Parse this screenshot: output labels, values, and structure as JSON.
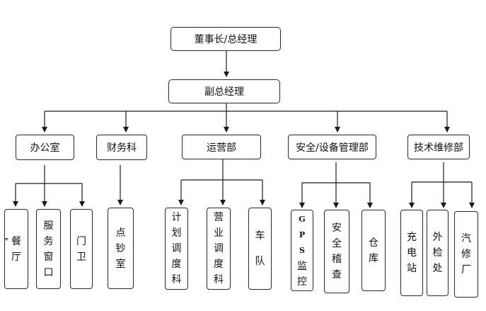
{
  "org": {
    "chairman": "董事长/总经理",
    "vice": "副总经理",
    "dept1": {
      "name": "办公室",
      "sub": [
        "餐厅",
        "服务窗口",
        "门卫"
      ]
    },
    "dept2": {
      "name": "财务科",
      "sub": [
        "点钞室"
      ]
    },
    "dept3": {
      "name": "运营部",
      "sub": [
        "计划调度科",
        "营业调度科",
        "车队"
      ]
    },
    "dept4": {
      "name": "安全/设备管理部",
      "sub": [
        "GPS监控",
        "安全稽查",
        "仓库"
      ]
    },
    "dept5": {
      "name": "技术维修部",
      "sub": [
        "充电站",
        "外检处",
        "汽修厂"
      ]
    }
  }
}
